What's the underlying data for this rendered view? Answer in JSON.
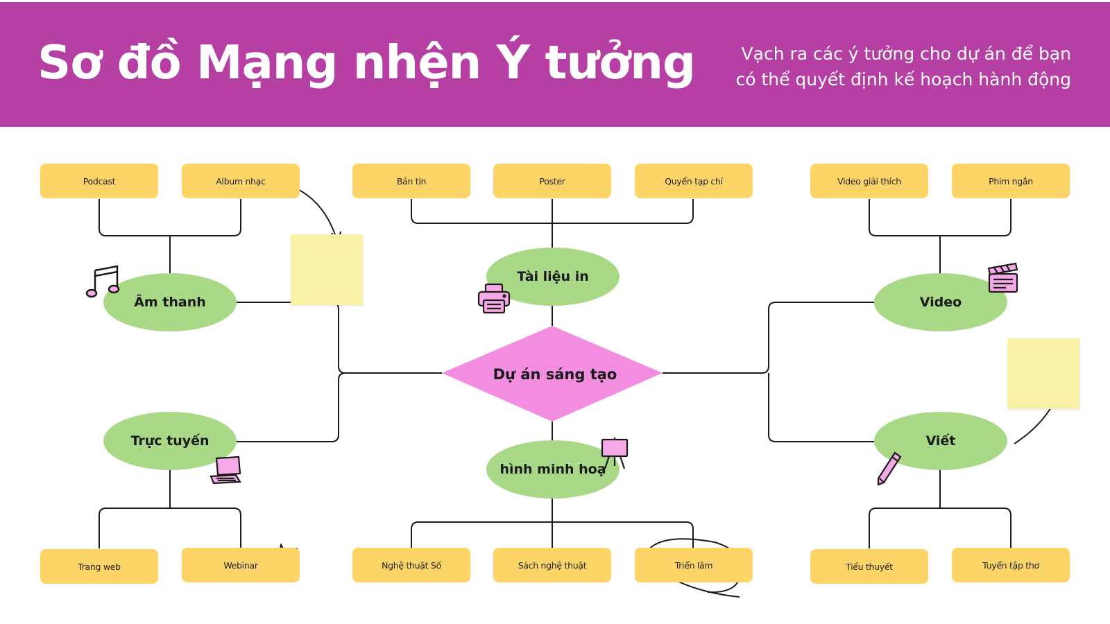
{
  "header": {
    "title": "Sơ đồ Mạng nhện Ý tưởng",
    "subtitle_line1": "Vạch ra các ý tưởng cho dự án để bạn",
    "subtitle_line2": "có thể quyết định kế hoạch hành động"
  },
  "center": {
    "label": "Dự án sáng tạo"
  },
  "branches": {
    "audio": {
      "label": "Âm thanh",
      "icon": "music-note-icon",
      "items": [
        "Podcast",
        "Album nhạc"
      ]
    },
    "print": {
      "label": "Tài liệu in",
      "icon": "printer-icon",
      "items": [
        "Bản tin",
        "Poster",
        "Quyển tạp chí"
      ]
    },
    "video": {
      "label": "Video",
      "icon": "clapperboard-icon",
      "items": [
        "Video giải thích",
        "Phim ngắn"
      ]
    },
    "online": {
      "label": "Trực tuyến",
      "icon": "laptop-icon",
      "items": [
        "Trang web",
        "Webinar"
      ]
    },
    "illustration": {
      "label": "hình minh hoạ",
      "icon": "easel-icon",
      "items": [
        "Nghệ thuật Số",
        "Sách nghệ thuật",
        "Triển lãm"
      ]
    },
    "writing": {
      "label": "Viết",
      "icon": "pencil-icon",
      "items": [
        "Tiểu thuyết",
        "Tuyển tập thơ"
      ]
    }
  },
  "colors": {
    "header": "#b63fa3",
    "box": "#fcd468",
    "ellipse": "#a9d887",
    "diamond": "#f28de0",
    "sticky": "#f9f1a6",
    "icon_fill": "#f5a9e6"
  }
}
